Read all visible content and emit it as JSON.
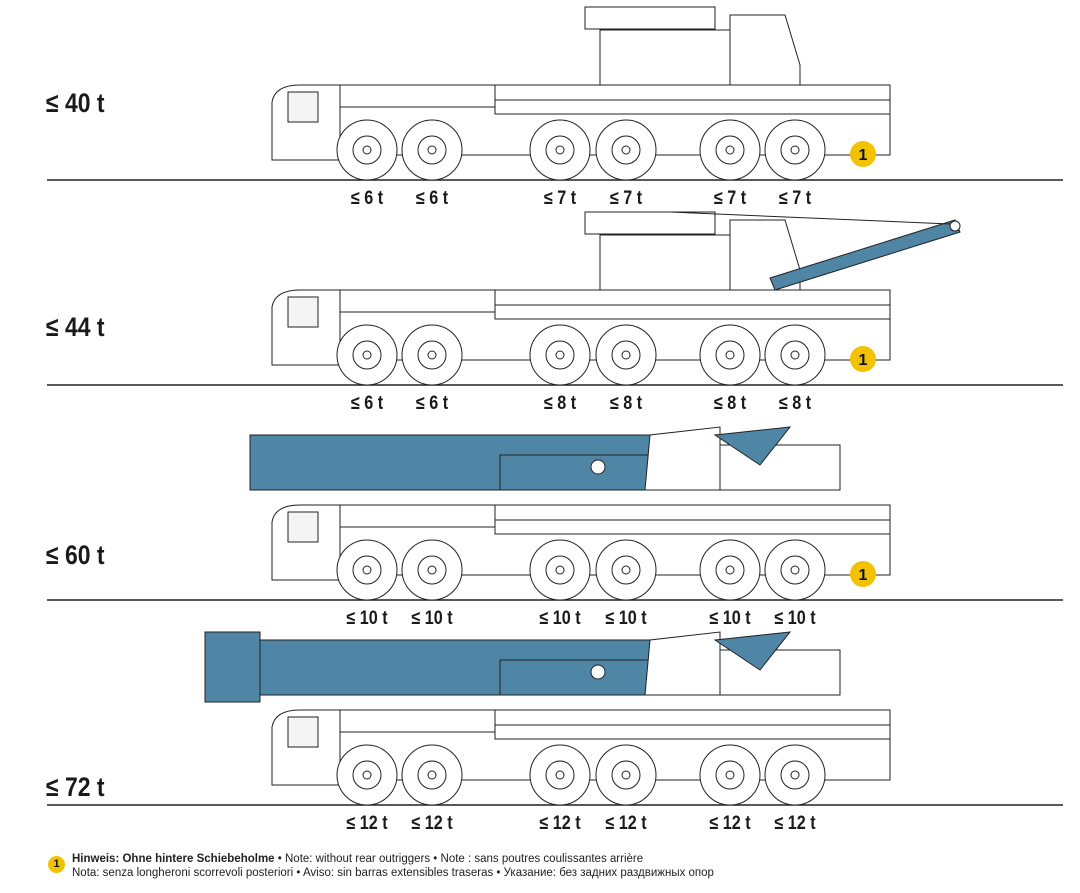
{
  "configs": [
    {
      "weight": "≤ 40 t",
      "axles": [
        "≤ 6 t",
        "≤ 6 t",
        "≤ 7 t",
        "≤ 7 t",
        "≤ 7 t",
        "≤ 7 t"
      ],
      "note_badge": "1",
      "upper": "superstructure"
    },
    {
      "weight": "≤ 44 t",
      "axles": [
        "≤ 6 t",
        "≤ 6 t",
        "≤ 8 t",
        "≤ 8 t",
        "≤ 8 t",
        "≤ 8 t"
      ],
      "note_badge": "1",
      "upper": "short-boom"
    },
    {
      "weight": "≤ 60 t",
      "axles": [
        "≤ 10 t",
        "≤ 10 t",
        "≤ 10 t",
        "≤ 10 t",
        "≤ 10 t",
        "≤ 10 t"
      ],
      "note_badge": "1",
      "upper": "long-boom"
    },
    {
      "weight": "≤ 72 t",
      "axles": [
        "≤ 12 t",
        "≤ 12 t",
        "≤ 12 t",
        "≤ 12 t",
        "≤ 12 t",
        "≤ 12 t"
      ],
      "note_badge": "",
      "upper": "long-boom-head"
    }
  ],
  "footer": {
    "badge": "1",
    "title": "Hinweis: Ohne hintere Schiebeholme",
    "line1_rest": " • Note: without rear outriggers • Note : sans poutres coulissantes arrière",
    "line2": "Nota: senza longheroni scorrevoli posteriori • Aviso: sin barras extensibles traseras • Указание: без задних раздвижных опор"
  },
  "colors": {
    "boom": "#4f86a6",
    "badge": "#f2c200",
    "line": "#222222"
  }
}
